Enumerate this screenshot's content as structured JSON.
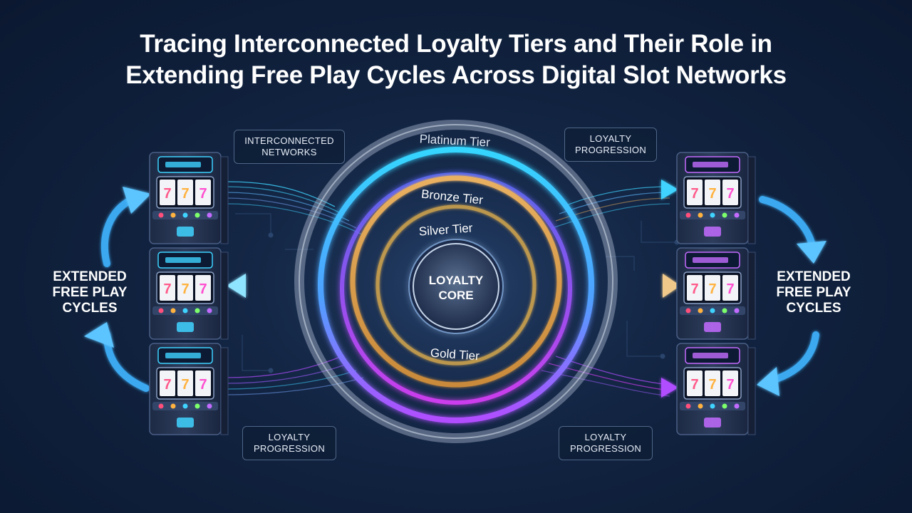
{
  "title": {
    "line1": "Tracing Interconnected Loyalty Tiers and Their Role in",
    "line2": "Extending Free Play Cycles Across Digital Slot Networks"
  },
  "labels": {
    "interconnected_networks": {
      "line1": "Interconnected",
      "line2": "Networks"
    },
    "loyalty_progression_top": {
      "line1": "Loyalty",
      "line2": "Progression"
    },
    "loyalty_progression_bottom_left": {
      "line1": "Loyalty",
      "line2": "Progression"
    },
    "loyalty_progression_bottom_right": {
      "line1": "Loyalty",
      "line2": "Progression"
    }
  },
  "side_left": {
    "line1": "EXTENDED",
    "line2": "FREE PLAY",
    "line3": "CYCLES"
  },
  "side_right": {
    "line1": "EXTENDED",
    "line2": "FREE PLAY",
    "line3": "CYCLES"
  },
  "tiers": {
    "platinum": "Platinum Tier",
    "bronze": "Bronze Tier",
    "silver": "Silver Tier",
    "gold": "Gold Tier"
  },
  "core": {
    "line1": "LOYALTY",
    "line2": "CORE"
  },
  "slot_reels": "777",
  "colors": {
    "platinum": "#cfd8e6",
    "cyan": "#3fd3ff",
    "bronze": "#e3a857",
    "silver": "#c9a34a",
    "purple": "#b04dff",
    "magenta": "#e040ff",
    "arrow_blue": "#3aa8f0"
  }
}
